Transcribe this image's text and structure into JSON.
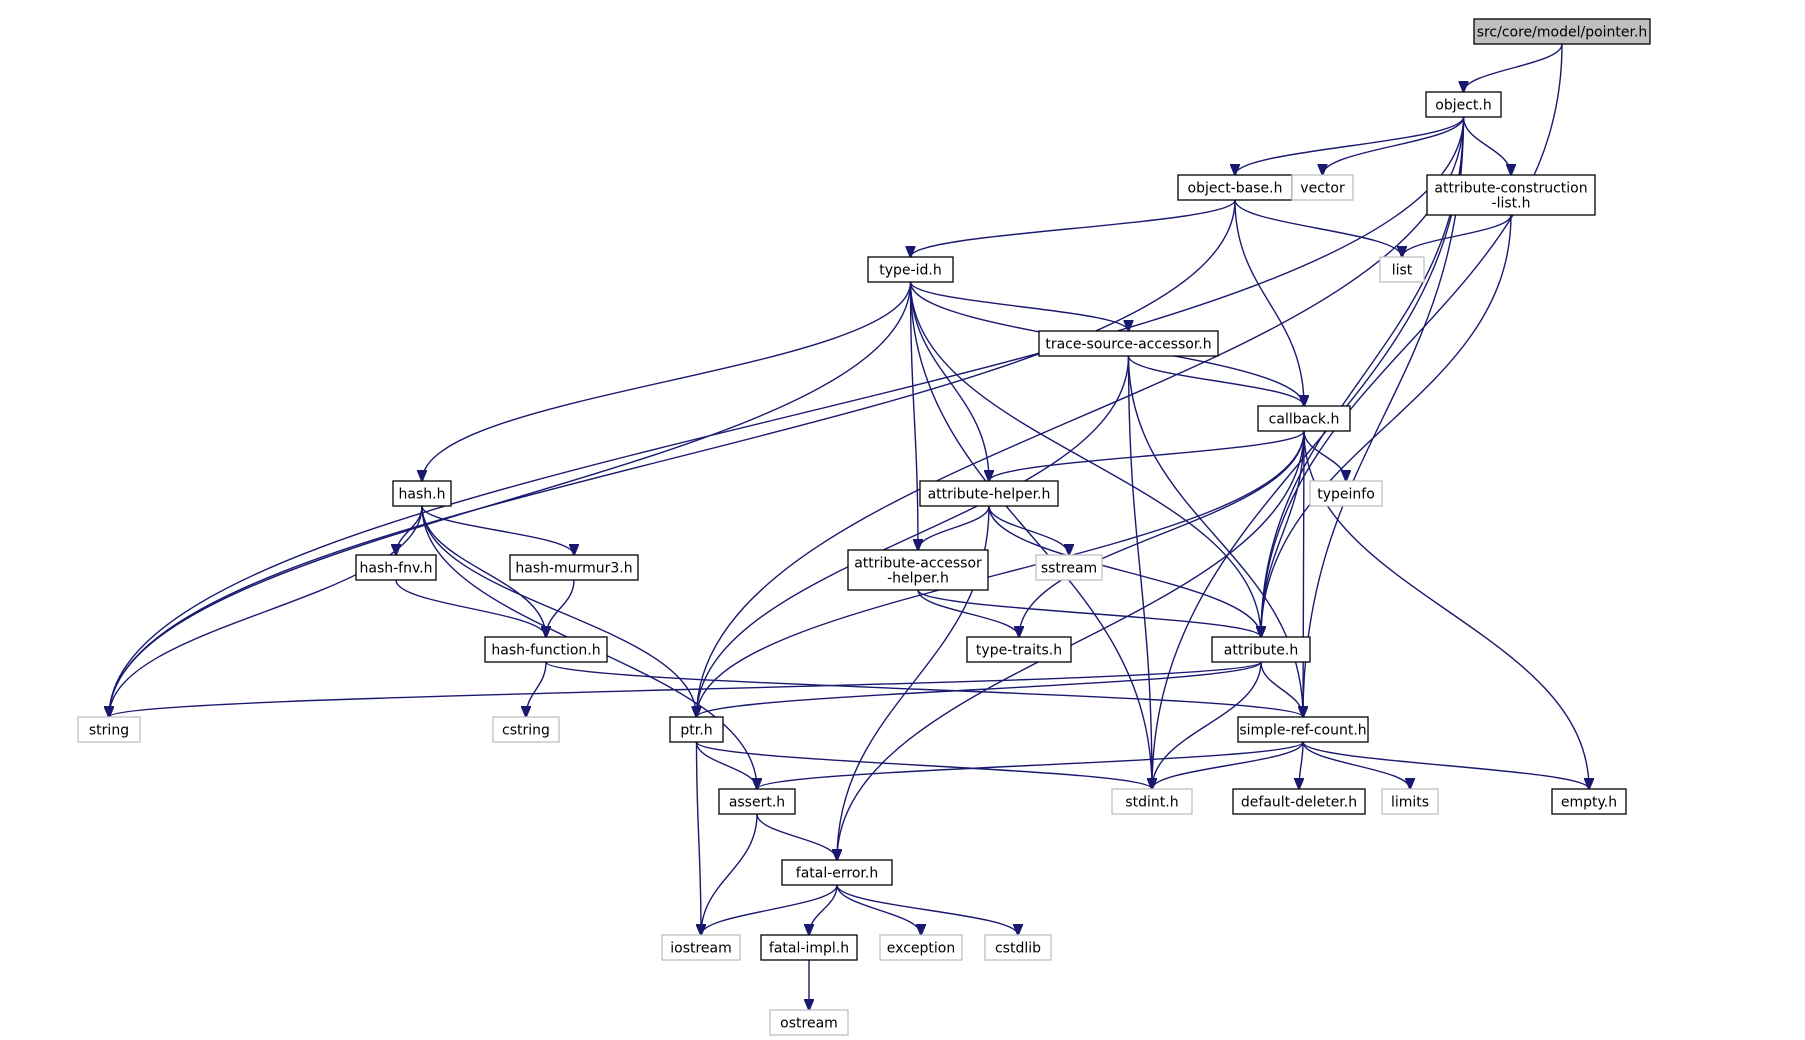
{
  "graph": {
    "colors": {
      "edge": "#191970",
      "node_border": "#000000",
      "external_border": "#bfbfbf",
      "root_fill": "#bfbfbf"
    },
    "nodes": [
      {
        "id": "pointer_h",
        "lines": [
          "src/core/model/pointer.h"
        ],
        "kind": "root"
      },
      {
        "id": "object_h",
        "lines": [
          "object.h"
        ],
        "kind": "internal"
      },
      {
        "id": "object_base_h",
        "lines": [
          "object-base.h"
        ],
        "kind": "internal"
      },
      {
        "id": "vector",
        "lines": [
          "vector"
        ],
        "kind": "external"
      },
      {
        "id": "attr_constr_list_h",
        "lines": [
          "attribute-construction",
          "-list.h"
        ],
        "kind": "internal"
      },
      {
        "id": "list",
        "lines": [
          "list"
        ],
        "kind": "external"
      },
      {
        "id": "type_id_h",
        "lines": [
          "type-id.h"
        ],
        "kind": "internal"
      },
      {
        "id": "trace_source_accessor_h",
        "lines": [
          "trace-source-accessor.h"
        ],
        "kind": "internal"
      },
      {
        "id": "callback_h",
        "lines": [
          "callback.h"
        ],
        "kind": "internal"
      },
      {
        "id": "hash_h",
        "lines": [
          "hash.h"
        ],
        "kind": "internal"
      },
      {
        "id": "attribute_helper_h",
        "lines": [
          "attribute-helper.h"
        ],
        "kind": "internal"
      },
      {
        "id": "typeinfo",
        "lines": [
          "typeinfo"
        ],
        "kind": "external"
      },
      {
        "id": "hash_fnv_h",
        "lines": [
          "hash-fnv.h"
        ],
        "kind": "internal"
      },
      {
        "id": "hash_murmur3_h",
        "lines": [
          "hash-murmur3.h"
        ],
        "kind": "internal"
      },
      {
        "id": "attr_accessor_helper_h",
        "lines": [
          "attribute-accessor",
          "-helper.h"
        ],
        "kind": "internal"
      },
      {
        "id": "sstream",
        "lines": [
          "sstream"
        ],
        "kind": "external"
      },
      {
        "id": "hash_function_h",
        "lines": [
          "hash-function.h"
        ],
        "kind": "internal"
      },
      {
        "id": "type_traits_h",
        "lines": [
          "type-traits.h"
        ],
        "kind": "internal"
      },
      {
        "id": "attribute_h",
        "lines": [
          "attribute.h"
        ],
        "kind": "internal"
      },
      {
        "id": "string",
        "lines": [
          "string"
        ],
        "kind": "external"
      },
      {
        "id": "cstring",
        "lines": [
          "cstring"
        ],
        "kind": "external"
      },
      {
        "id": "ptr_h",
        "lines": [
          "ptr.h"
        ],
        "kind": "internal"
      },
      {
        "id": "simple_ref_count_h",
        "lines": [
          "simple-ref-count.h"
        ],
        "kind": "internal"
      },
      {
        "id": "assert_h",
        "lines": [
          "assert.h"
        ],
        "kind": "internal"
      },
      {
        "id": "stdint_h",
        "lines": [
          "stdint.h"
        ],
        "kind": "external"
      },
      {
        "id": "default_deleter_h",
        "lines": [
          "default-deleter.h"
        ],
        "kind": "internal"
      },
      {
        "id": "limits",
        "lines": [
          "limits"
        ],
        "kind": "external"
      },
      {
        "id": "empty_h",
        "lines": [
          "empty.h"
        ],
        "kind": "internal"
      },
      {
        "id": "fatal_error_h",
        "lines": [
          "fatal-error.h"
        ],
        "kind": "internal"
      },
      {
        "id": "iostream",
        "lines": [
          "iostream"
        ],
        "kind": "external"
      },
      {
        "id": "fatal_impl_h",
        "lines": [
          "fatal-impl.h"
        ],
        "kind": "internal"
      },
      {
        "id": "exception",
        "lines": [
          "exception"
        ],
        "kind": "external"
      },
      {
        "id": "cstdlib",
        "lines": [
          "cstdlib"
        ],
        "kind": "external"
      },
      {
        "id": "ostream",
        "lines": [
          "ostream"
        ],
        "kind": "external"
      }
    ],
    "edges": [
      [
        "pointer_h",
        "object_h"
      ],
      [
        "pointer_h",
        "attribute_h"
      ],
      [
        "object_h",
        "object_base_h"
      ],
      [
        "object_h",
        "vector"
      ],
      [
        "object_h",
        "attr_constr_list_h"
      ],
      [
        "object_h",
        "string"
      ],
      [
        "object_h",
        "ptr_h"
      ],
      [
        "object_h",
        "attribute_h"
      ],
      [
        "object_h",
        "simple_ref_count_h"
      ],
      [
        "object_h",
        "stdint_h"
      ],
      [
        "object_base_h",
        "type_id_h"
      ],
      [
        "object_base_h",
        "list"
      ],
      [
        "object_base_h",
        "callback_h"
      ],
      [
        "object_base_h",
        "string"
      ],
      [
        "attr_constr_list_h",
        "list"
      ],
      [
        "attr_constr_list_h",
        "attribute_h"
      ],
      [
        "type_id_h",
        "trace_source_accessor_h"
      ],
      [
        "type_id_h",
        "callback_h"
      ],
      [
        "type_id_h",
        "hash_h"
      ],
      [
        "type_id_h",
        "attribute_helper_h"
      ],
      [
        "type_id_h",
        "attr_accessor_helper_h"
      ],
      [
        "type_id_h",
        "attribute_h"
      ],
      [
        "type_id_h",
        "string"
      ],
      [
        "type_id_h",
        "stdint_h"
      ],
      [
        "trace_source_accessor_h",
        "callback_h"
      ],
      [
        "trace_source_accessor_h",
        "ptr_h"
      ],
      [
        "trace_source_accessor_h",
        "simple_ref_count_h"
      ],
      [
        "trace_source_accessor_h",
        "stdint_h"
      ],
      [
        "callback_h",
        "attribute_helper_h"
      ],
      [
        "callback_h",
        "typeinfo"
      ],
      [
        "callback_h",
        "type_traits_h"
      ],
      [
        "callback_h",
        "attribute_h"
      ],
      [
        "callback_h",
        "ptr_h"
      ],
      [
        "callback_h",
        "simple_ref_count_h"
      ],
      [
        "callback_h",
        "empty_h"
      ],
      [
        "callback_h",
        "fatal_error_h"
      ],
      [
        "hash_h",
        "hash_fnv_h"
      ],
      [
        "hash_h",
        "hash_murmur3_h"
      ],
      [
        "hash_h",
        "hash_function_h"
      ],
      [
        "hash_h",
        "string"
      ],
      [
        "hash_h",
        "ptr_h"
      ],
      [
        "hash_h",
        "assert_h"
      ],
      [
        "attribute_helper_h",
        "attr_accessor_helper_h"
      ],
      [
        "attribute_helper_h",
        "sstream"
      ],
      [
        "attribute_helper_h",
        "attribute_h"
      ],
      [
        "attribute_helper_h",
        "fatal_error_h"
      ],
      [
        "hash_fnv_h",
        "hash_function_h"
      ],
      [
        "hash_murmur3_h",
        "hash_function_h"
      ],
      [
        "attr_accessor_helper_h",
        "type_traits_h"
      ],
      [
        "attr_accessor_helper_h",
        "attribute_h"
      ],
      [
        "hash_function_h",
        "cstring"
      ],
      [
        "hash_function_h",
        "simple_ref_count_h"
      ],
      [
        "attribute_h",
        "string"
      ],
      [
        "attribute_h",
        "ptr_h"
      ],
      [
        "attribute_h",
        "simple_ref_count_h"
      ],
      [
        "attribute_h",
        "stdint_h"
      ],
      [
        "ptr_h",
        "assert_h"
      ],
      [
        "ptr_h",
        "iostream"
      ],
      [
        "ptr_h",
        "stdint_h"
      ],
      [
        "simple_ref_count_h",
        "assert_h"
      ],
      [
        "simple_ref_count_h",
        "stdint_h"
      ],
      [
        "simple_ref_count_h",
        "default_deleter_h"
      ],
      [
        "simple_ref_count_h",
        "limits"
      ],
      [
        "simple_ref_count_h",
        "empty_h"
      ],
      [
        "assert_h",
        "fatal_error_h"
      ],
      [
        "assert_h",
        "iostream"
      ],
      [
        "fatal_error_h",
        "iostream"
      ],
      [
        "fatal_error_h",
        "fatal_impl_h"
      ],
      [
        "fatal_error_h",
        "exception"
      ],
      [
        "fatal_error_h",
        "cstdlib"
      ],
      [
        "fatal_impl_h",
        "ostream"
      ]
    ]
  }
}
